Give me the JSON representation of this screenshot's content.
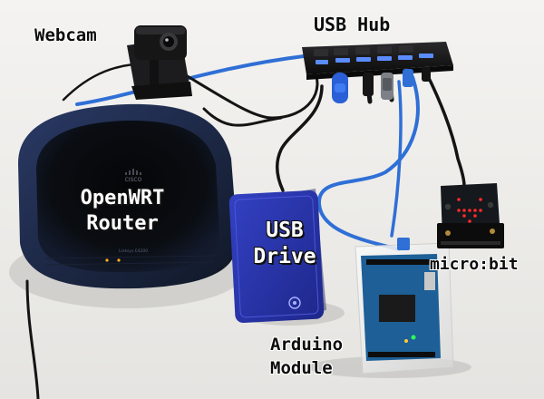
{
  "labels": {
    "webcam": "Webcam",
    "usb_hub": "USB Hub",
    "router_line1": "OpenWRT",
    "router_line2": "Router",
    "drive_line1": "USB",
    "drive_line2": "Drive",
    "microbit": "micro:bit",
    "arduino_line1": "Arduino",
    "arduino_line2": "Module"
  },
  "printed_marks": {
    "router_brand": "CISCO",
    "router_model": "Linksys E4200"
  },
  "colors": {
    "background": "#eeedea",
    "router_body": "#1a2540",
    "usb_drive": "#2a36a8",
    "usb_hub": "#141414",
    "hub_port_light": "#5b8cff",
    "arduino_board": "#1d5f96",
    "microbit_board": "#15181c",
    "microbit_leds": "#ff2a2a",
    "cable_blue": "#2f6fd6",
    "cable_black": "#141414"
  },
  "icons": [
    "webcam",
    "usb-hub",
    "router",
    "usb-drive",
    "arduino-board",
    "microbit-board",
    "usb-cable"
  ]
}
